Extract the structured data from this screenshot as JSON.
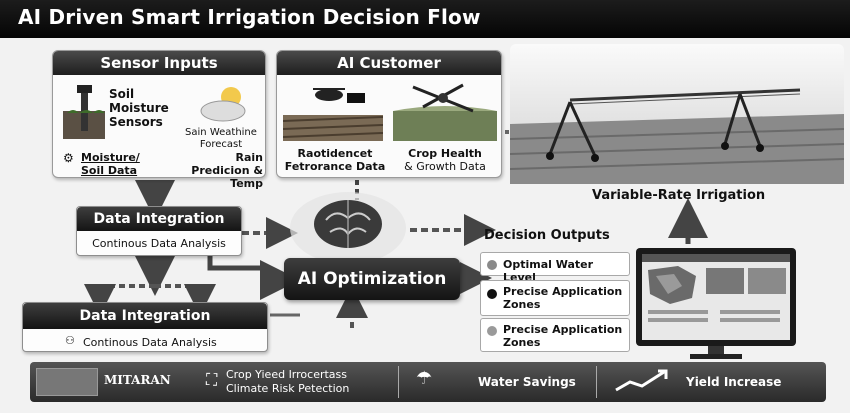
{
  "title": "AI Driven Smart Irrigation Decision Flow",
  "sensor_inputs": {
    "header": "Sensor Inputs",
    "soil_moisture_sensors": "Soil Moisture Sensors",
    "weather_forecast": "Sain Weathine Forecast",
    "moisture_soil_data": "Moisture/ Soil Data",
    "rain_prediction_temp": "Rain Predicion & Temp"
  },
  "ai_customer": {
    "header": "AI Customer",
    "performance_data": "Raotidencet Fetrorance Data",
    "crop_health": "Crop Health",
    "growth_data": "& Growth Data"
  },
  "data_integration_1": {
    "title": "Data Integration",
    "subtitle": "Continous Data Analysis"
  },
  "data_integration_2": {
    "title": "Data Integration",
    "subtitle": "Continous Data Analysis"
  },
  "ai_optimization": "AI Optimization",
  "variable_rate_irrigation": "Variable-Rate Irrigation",
  "decision_outputs": {
    "header": "Decision Outputs",
    "items": [
      {
        "label": "Optimal Water Level",
        "color": "#8a8a8a"
      },
      {
        "label": "Precise Application Zones",
        "color": "#111111"
      },
      {
        "label": "Precise Application Zones",
        "color": "#9a9a9a"
      }
    ]
  },
  "bottom_bar": {
    "mitaran": "MITARAN",
    "crop_yield": "Crop Yieed Irrocertass",
    "climate_risk": "Climate  Risk Petection",
    "water_savings": "Water Savings",
    "yield_increase": "Yield Increase"
  }
}
